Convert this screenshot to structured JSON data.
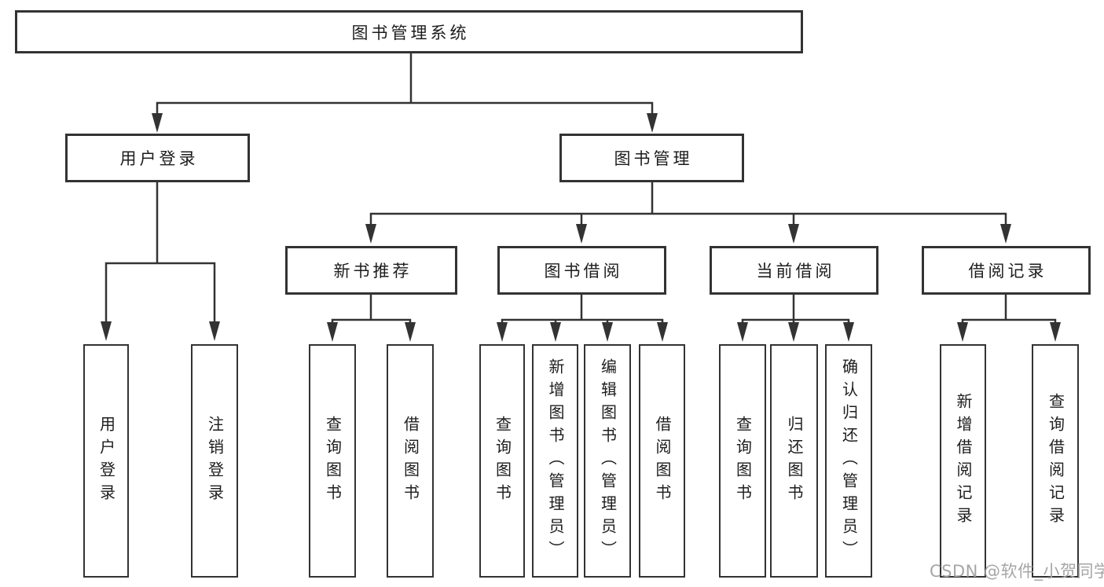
{
  "diagram": {
    "root": {
      "label": "图书管理系统"
    },
    "level2": [
      {
        "label": "用户登录",
        "parent": "图书管理系统"
      },
      {
        "label": "图书管理",
        "parent": "图书管理系统"
      }
    ],
    "level3": [
      {
        "label": "新书推荐",
        "parent": "图书管理"
      },
      {
        "label": "图书借阅",
        "parent": "图书管理"
      },
      {
        "label": "当前借阅",
        "parent": "图书管理"
      },
      {
        "label": "借阅记录",
        "parent": "图书管理"
      }
    ],
    "leaves": [
      {
        "label": "用户登录",
        "parent": "用户登录"
      },
      {
        "label": "注销登录",
        "parent": "用户登录"
      },
      {
        "label": "查询图书",
        "parent": "新书推荐"
      },
      {
        "label": "借阅图书",
        "parent": "新书推荐"
      },
      {
        "label": "查询图书",
        "parent": "图书借阅"
      },
      {
        "label": "新增图书（管理员）",
        "parent": "图书借阅"
      },
      {
        "label": "编辑图书（管理员）",
        "parent": "图书借阅"
      },
      {
        "label": "借阅图书",
        "parent": "图书借阅"
      },
      {
        "label": "查询图书",
        "parent": "当前借阅"
      },
      {
        "label": "归还图书",
        "parent": "当前借阅"
      },
      {
        "label": "确认归还（管理员）",
        "parent": "当前借阅"
      },
      {
        "label": "新增借阅记录",
        "parent": "借阅记录"
      },
      {
        "label": "查询借阅记录",
        "parent": "借阅记录"
      }
    ],
    "watermark": {
      "text": "CSDN @软件_小贺同学"
    },
    "colors": {
      "background": "#ffffff",
      "line": "#333333",
      "box_border": "#333333",
      "text": "#1d1d1d",
      "watermark": "#a6a6a6"
    }
  }
}
